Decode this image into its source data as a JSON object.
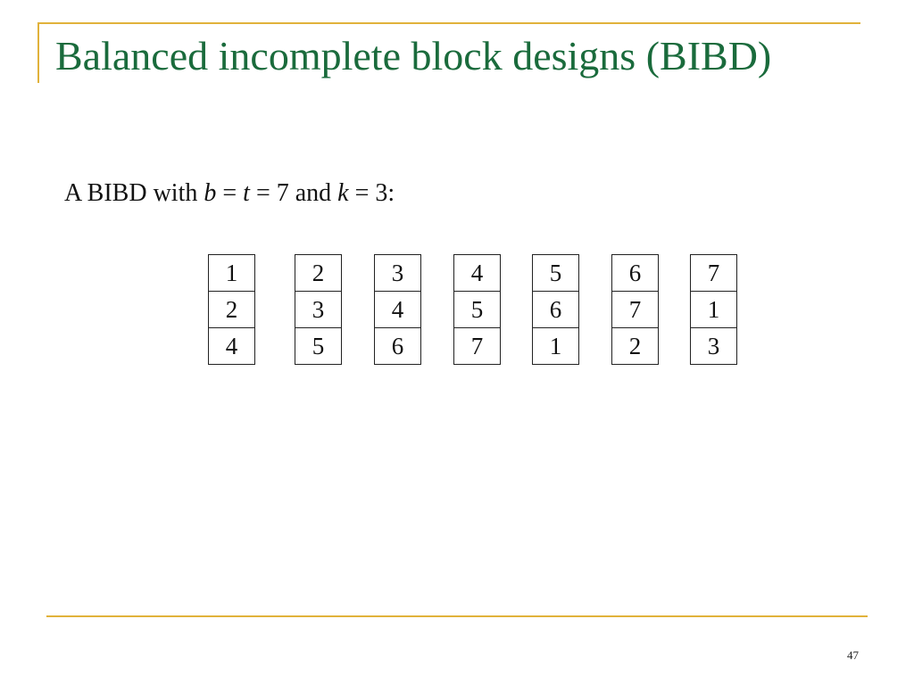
{
  "theme": {
    "accent": "#E1B23B",
    "title": "#1A6B3C"
  },
  "slide": {
    "title": "Balanced incomplete block designs (BIBD)",
    "intro": {
      "lead": "A BIBD with",
      "var_b": "b",
      "eq1": " = ",
      "var_t": "t",
      "eq2": " = 7 and ",
      "var_k": "k",
      "eq3": " = 3:"
    },
    "blocks": [
      [
        "1",
        "2",
        "4"
      ],
      [
        "2",
        "3",
        "5"
      ],
      [
        "3",
        "4",
        "6"
      ],
      [
        "4",
        "5",
        "7"
      ],
      [
        "5",
        "6",
        "1"
      ],
      [
        "6",
        "7",
        "2"
      ],
      [
        "7",
        "1",
        "3"
      ]
    ],
    "page_number": "47"
  }
}
